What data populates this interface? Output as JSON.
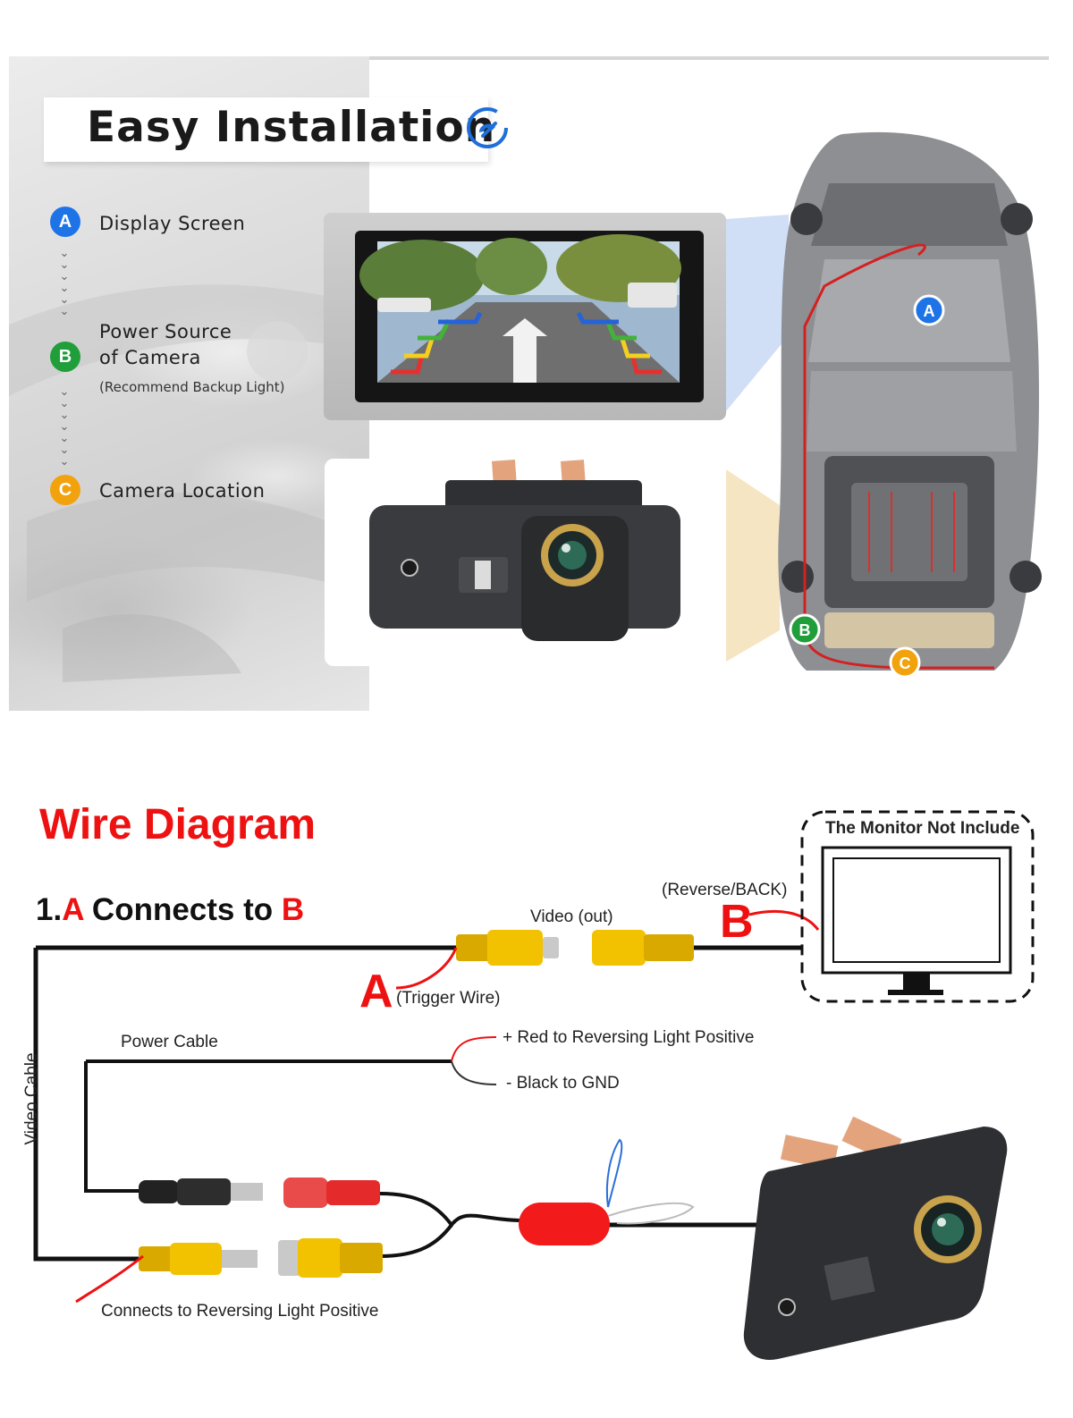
{
  "installation": {
    "title": "Easy Installation",
    "steps": [
      {
        "badge": "A",
        "label": "Display Screen",
        "color": "#1e74e6"
      },
      {
        "badge": "B",
        "label_line1": "Power Source",
        "label_line2": "of Camera",
        "note": "(Recommend Backup Light)",
        "color": "#1f9e3a"
      },
      {
        "badge": "C",
        "label": "Camera Location",
        "color": "#f2a20c"
      }
    ],
    "car_markers": [
      "A",
      "B",
      "C"
    ]
  },
  "wire_diagram": {
    "title": "Wire Diagram",
    "heading_prefix": "1.",
    "heading_a": "A",
    "heading_middle": " Connects to ",
    "heading_b": "B",
    "video_out_label": "Video (out)",
    "reverse_label": "(Reverse/BACK)",
    "letter_a": "A",
    "letter_b": "B",
    "trigger_label": "(Trigger Wire)",
    "monitor_label": "The Monitor Not Include",
    "power_cable_label": "Power Cable",
    "red_wire_label": "+ Red to Reversing Light Positive",
    "black_wire_label": "- Black to GND",
    "video_cable_label": "Video Cable",
    "reversing_light_label": "Connects to Reversing Light Positive"
  },
  "colors": {
    "accent_red": "#ee1111",
    "badge_blue": "#1e74e6",
    "badge_green": "#1f9e3a",
    "badge_orange": "#f2a20c",
    "rca_yellow": "#f2c200",
    "dc_red": "#e42a2a"
  }
}
